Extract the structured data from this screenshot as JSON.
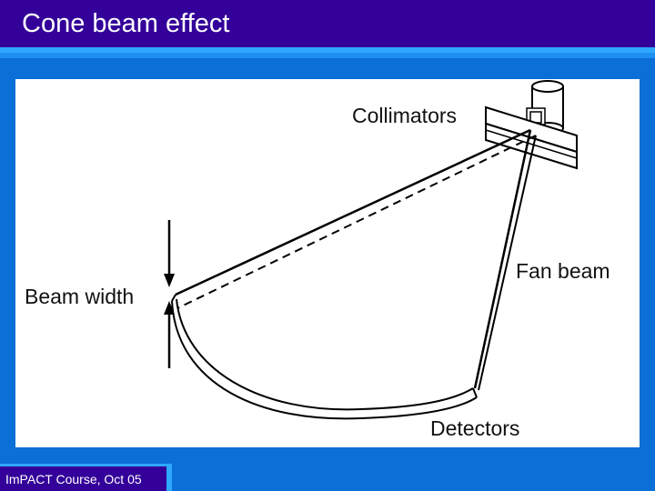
{
  "slide": {
    "title": "Cone beam effect",
    "footer": "ImPACT Course, Oct 05"
  },
  "diagram": {
    "labels": {
      "collimators": "Collimators",
      "fan_beam": "Fan beam",
      "beam_width": "Beam width",
      "detectors": "Detectors"
    }
  },
  "colors": {
    "background": "#0a6fd6",
    "title_bar": "#330099",
    "accent_stripe": "#2ea8ff",
    "panel": "#ffffff"
  }
}
